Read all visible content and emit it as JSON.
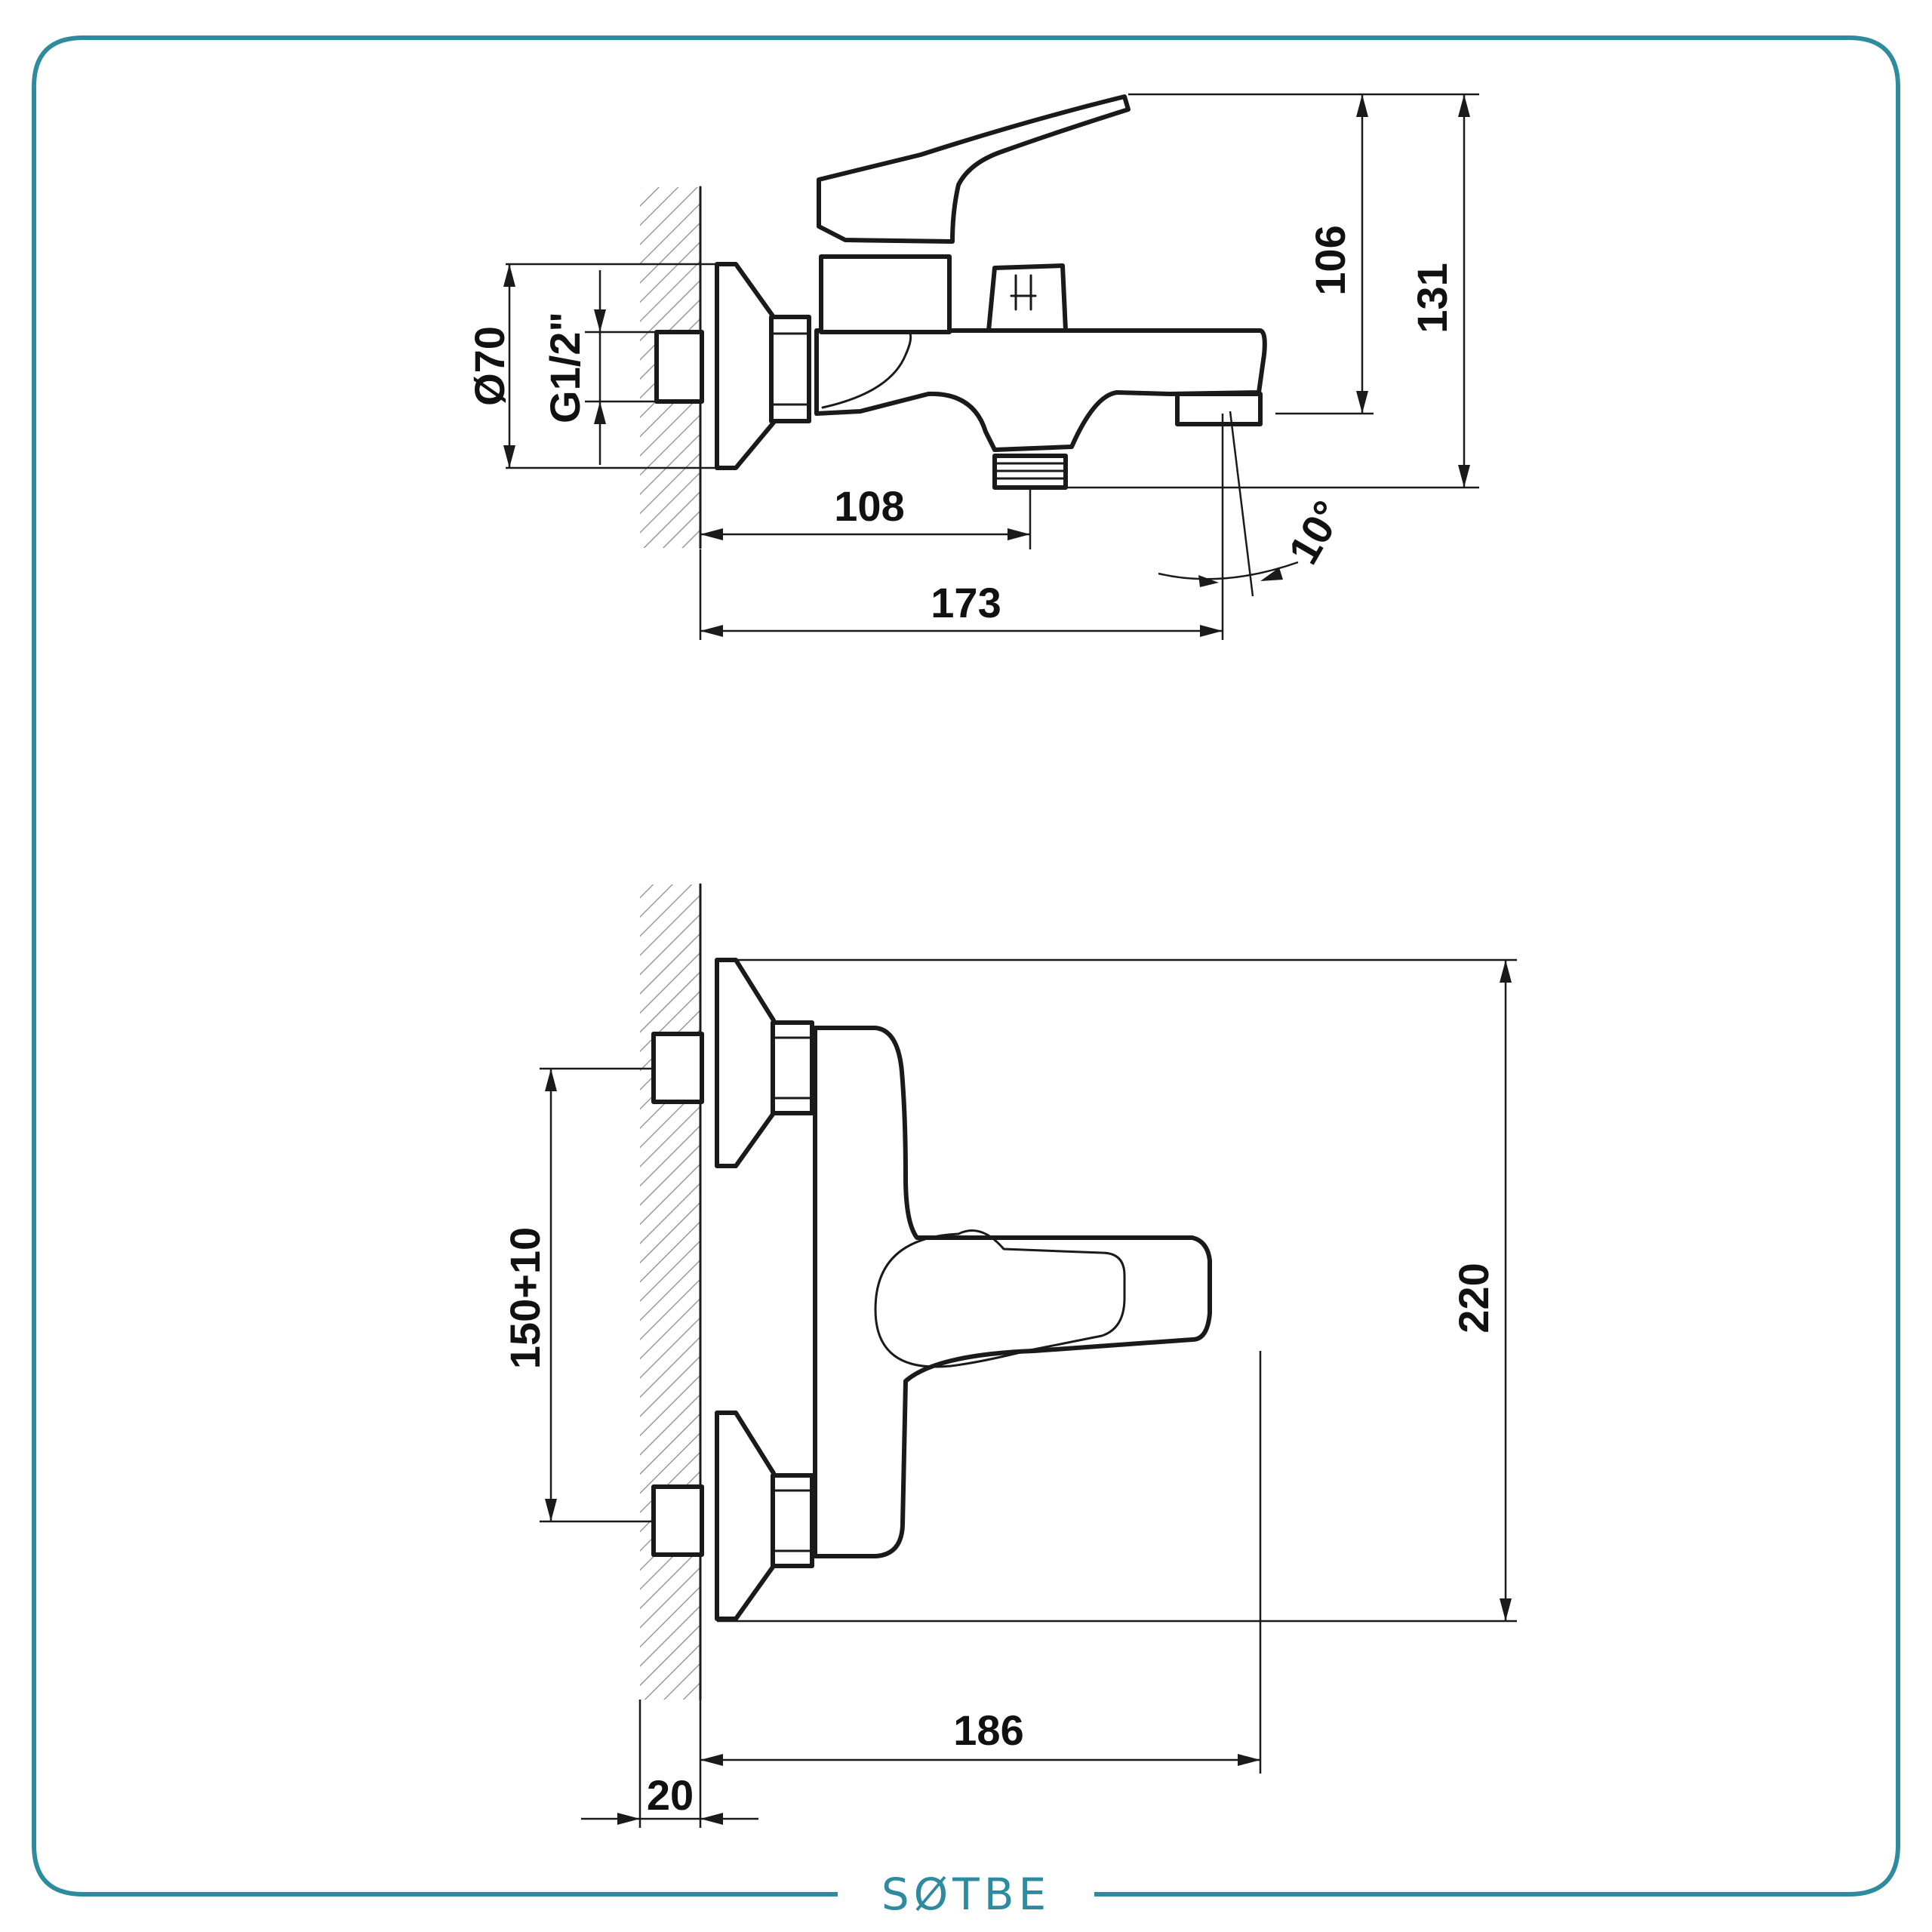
{
  "colors": {
    "frame": "#2e8a9e",
    "brand": "#2e8a9e",
    "line": "#1a1a1a",
    "hatch": "#9a9a9a"
  },
  "side_view": {
    "dim_diameter": "Ø70",
    "dim_thread": "G1/2\"",
    "dim_outlet_offset": "108",
    "dim_spout_length": "173",
    "dim_handle_height": "106",
    "dim_total_height": "131",
    "dim_angle": "10°"
  },
  "top_view": {
    "dim_spacing": "150+10",
    "dim_width": "220",
    "dim_depth": "186",
    "dim_wall": "20"
  },
  "brand": {
    "name": "SØTBE"
  }
}
